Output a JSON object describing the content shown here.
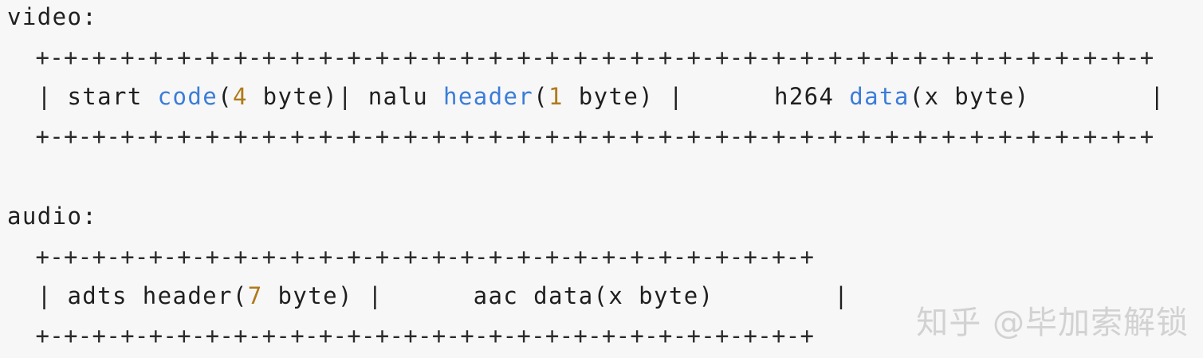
{
  "video": {
    "label": "video:",
    "border_top": "  +-+-+-+-+-+-+-+-+-+-+-+-+-+-+-+-+-+-+-+-+-+-+-+-+-+-+-+-+-+-+-+-+-+-+-+-+-+-+-+",
    "row": {
      "p1": "  | start ",
      "kw1": "code",
      "p2": "(",
      "num1": "4",
      "p3": " byte)| nalu ",
      "kw2": "header",
      "p4": "(",
      "num2": "1",
      "p5": " byte) |      h264 ",
      "kw3": "data",
      "p6": "(x byte)        |"
    },
    "border_bottom": "  +-+-+-+-+-+-+-+-+-+-+-+-+-+-+-+-+-+-+-+-+-+-+-+-+-+-+-+-+-+-+-+-+-+-+-+-+-+-+-+"
  },
  "audio": {
    "label": "audio:",
    "border_top": "  +-+-+-+-+-+-+-+-+-+-+-+-+-+-+-+-+-+-+-+-+-+-+-+-+-+-+-+",
    "row": {
      "p1": "  | adts header(",
      "num1": "7",
      "p2": " byte) |      aac data(x byte)        |"
    },
    "border_bottom": "  +-+-+-+-+-+-+-+-+-+-+-+-+-+-+-+-+-+-+-+-+-+-+-+-+-+-+-+"
  },
  "watermark": "知乎 @毕加索解锁",
  "colors": {
    "background": "#f7f7f7",
    "text": "#1f1f1f",
    "keyword": "#3b7dd8",
    "number": "#b07a1a"
  }
}
